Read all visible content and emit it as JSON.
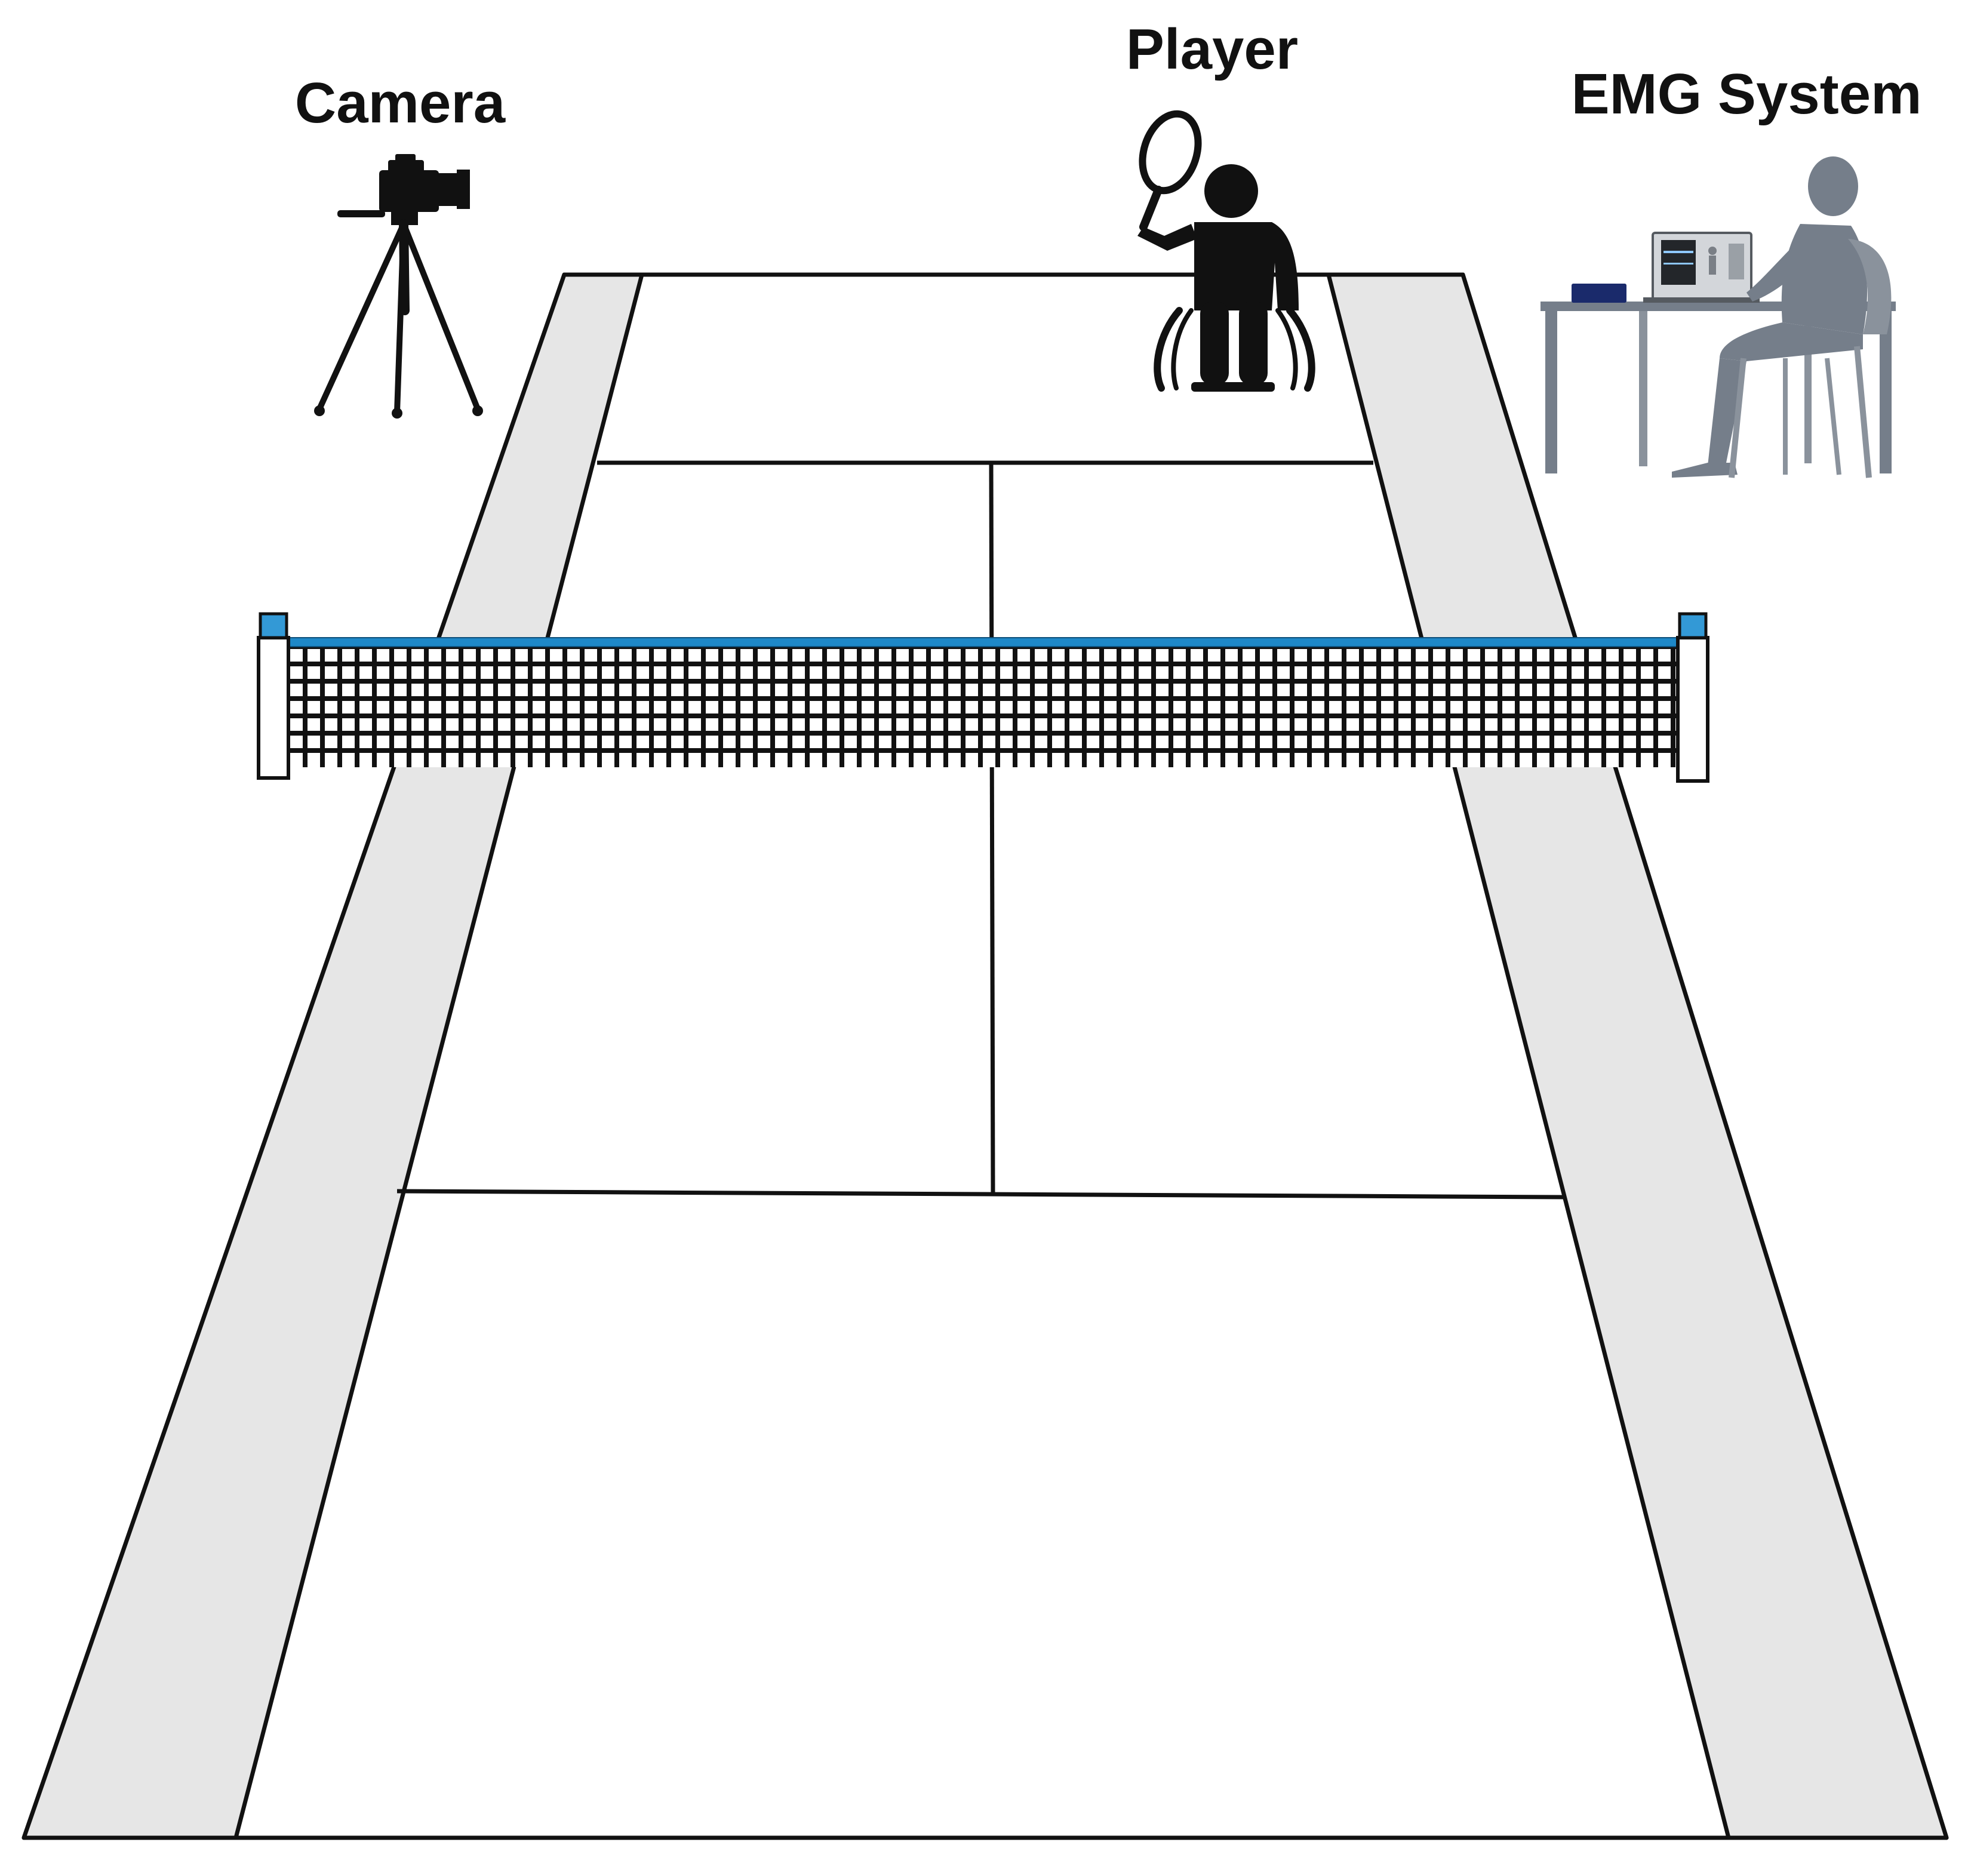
{
  "labels": {
    "camera": "Camera",
    "player": "Player",
    "emg_system": "EMG System"
  },
  "icons": {
    "camera": "video-camera-on-tripod-icon",
    "player": "wheelchair-tennis-player-icon",
    "emg_system": "person-at-desk-with-computer-icon"
  },
  "colors": {
    "court_line": "#111111",
    "alley": "#e6e6e6",
    "court_surface": "#ffffff",
    "net_tape": "#1e88c8",
    "net_mesh": "#111111",
    "net_post_cap": "#3399d6",
    "camera_icon": "#111111",
    "player_icon": "#111111",
    "emg_person": "#757e8a",
    "emg_device": "#1a2a6b"
  }
}
